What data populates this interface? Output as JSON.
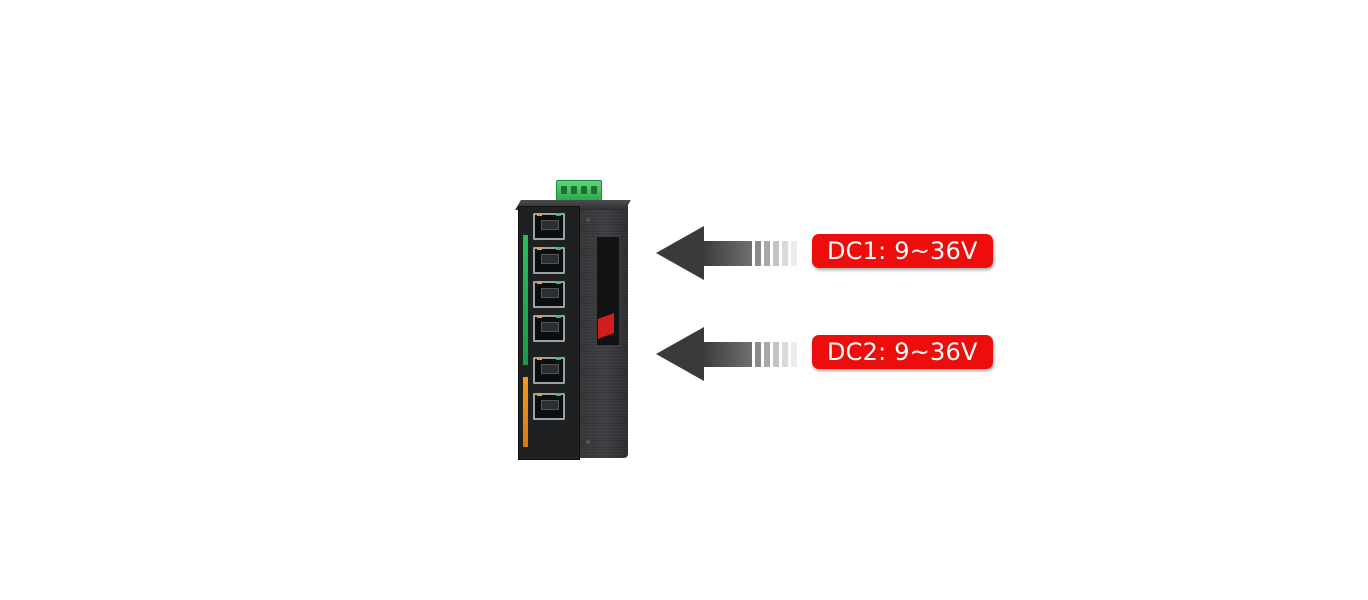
{
  "power_inputs": [
    {
      "label": "DC1: 9~36V"
    },
    {
      "label": "DC2: 9~36V"
    }
  ],
  "device": {
    "name": "industrial-ethernet-switch",
    "ports": 6,
    "icons": [
      "terminal-block-icon",
      "rj45-port-icon",
      "led-indicator-icon"
    ]
  },
  "colors": {
    "badge": "#ee0d0d",
    "badge_text": "#ffffff",
    "arrow": "#3a3a3a",
    "terminal_block": "#2aa84a",
    "led_green": "#28c05a",
    "led_orange": "#f59a1e"
  }
}
